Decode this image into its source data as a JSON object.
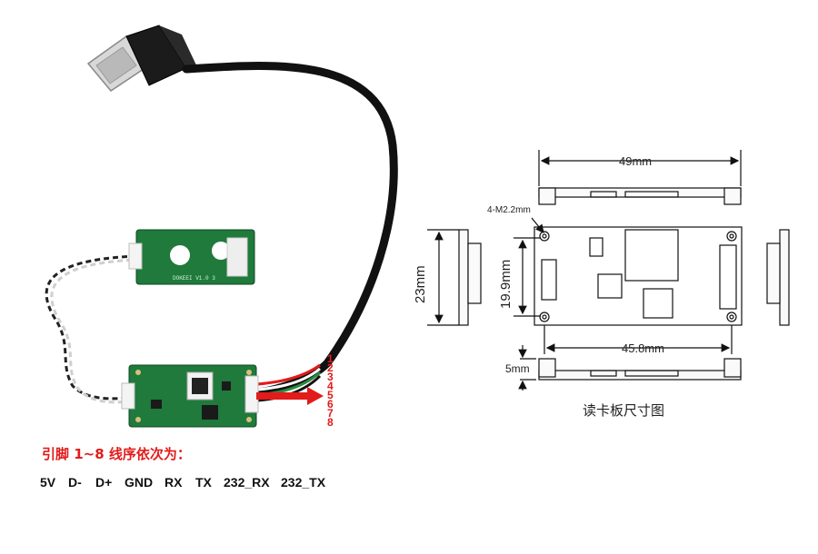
{
  "pinout": {
    "title": "引脚 1~8 线序依次为：",
    "pins": [
      "5V",
      "D-",
      "D+",
      "GND",
      "RX",
      "TX",
      "232_RX",
      "232_TX"
    ],
    "numbers": [
      "1",
      "2",
      "3",
      "4",
      "5",
      "6",
      "7",
      "8"
    ]
  },
  "board": {
    "module_label": "DOKEEI V1.0 3",
    "caption": "读卡板尺寸图"
  },
  "dimensions": {
    "width": "49mm",
    "hole": "4-M2.2mm",
    "height_outer": "23mm",
    "height_inner": "19.9mm",
    "hole_spacing": "45.8mm",
    "thickness": "5mm"
  },
  "colors": {
    "red": "#e21b1b",
    "pcb_green": "#1f7a3c",
    "cable": "#111111"
  }
}
